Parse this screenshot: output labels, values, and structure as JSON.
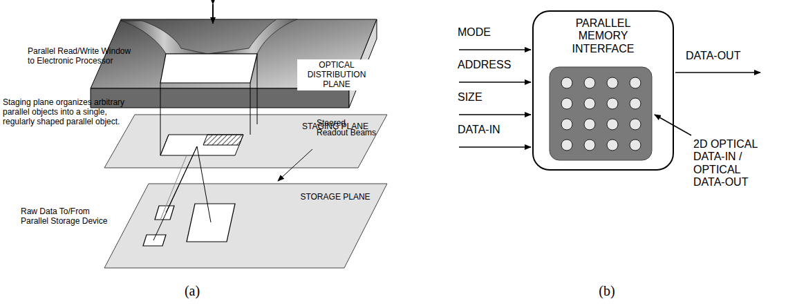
{
  "diagram": {
    "nodes": [
      {
        "text": [
          "OPTICAL DISTRIBUTION PLANE"
        ]
      },
      {
        "text": [
          "STAGING PLANE"
        ]
      },
      {
        "text": [
          "STORAGE PLANE"
        ]
      },
      {
        "text": [
          "PARALLEL MEMORY INTERFACE"
        ]
      }
    ],
    "labels": [
      "Parallel Read/Write Window to Electronic Processor",
      "Staging plane organizes arbitrary parallel objects into a single, regularly shaped parallel object.",
      "Steered Readout Beams",
      "Raw Data To/From Parallel Storage Device",
      "(a)",
      "MODE",
      "ADDRESS",
      "SIZE",
      "DATA-IN",
      "DATA-OUT",
      "2D OPTICAL DATA-IN / OPTICAL DATA-OUT",
      "(b)"
    ]
  }
}
